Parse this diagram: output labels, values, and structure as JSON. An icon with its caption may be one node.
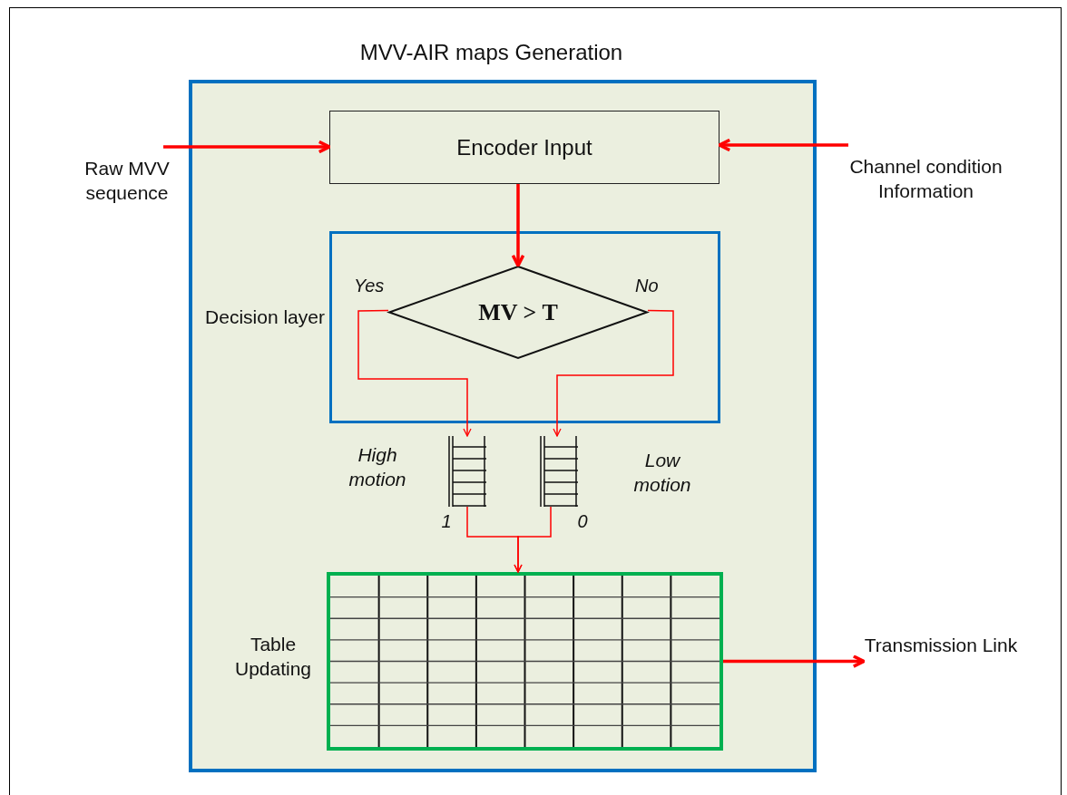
{
  "diagram": {
    "nodes": [
      {
        "text": [
          "MVV-AIR maps Generation"
        ]
      },
      {
        "text": [
          "Raw MVV sequence"
        ]
      },
      {
        "text": [
          "Encoder Input"
        ],
        "in": 0
      },
      {
        "text": [
          "Channel condition Information"
        ]
      },
      {
        "text": [],
        "shape": "box",
        "in": 0,
        "beside": [
          "Decision layer"
        ]
      },
      {
        "text": [
          "MV > T"
        ],
        "in": 4
      },
      {
        "text": [],
        "shape": "stack",
        "in": 0,
        "beside": [
          "High motion",
          "1"
        ]
      },
      {
        "text": [],
        "shape": "stack",
        "in": 0,
        "beside": [
          "Low motion",
          "0"
        ]
      },
      {
        "text": [],
        "shape": "table",
        "in": 0,
        "beside": [
          "Table Updating"
        ]
      },
      {
        "text": [
          "Transmission Link"
        ]
      }
    ],
    "edges": [
      {
        "from": 1,
        "to": 2,
        "arrow": "to",
        "style": "thick"
      },
      {
        "from": 3,
        "to": 2,
        "arrow": "to",
        "style": "thick"
      },
      {
        "from": 2,
        "to": 5,
        "arrow": "to",
        "style": "thick"
      },
      {
        "from": 5,
        "to": 6,
        "arrow": "to",
        "label": "Yes"
      },
      {
        "from": 5,
        "to": 7,
        "arrow": "to",
        "label": "No"
      },
      {
        "from": 6,
        "to": 8,
        "arrow": "to"
      },
      {
        "from": 7,
        "to": 8,
        "arrow": "to"
      },
      {
        "from": 8,
        "to": 9,
        "arrow": "to",
        "style": "thick"
      }
    ]
  }
}
